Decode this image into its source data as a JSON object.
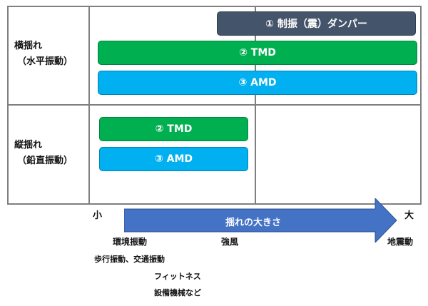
{
  "colors": {
    "grid": "#7f7f7f",
    "damper": "#44546a",
    "tmd": "#00b050",
    "amd": "#00b0f0",
    "arrow": "#4472c4",
    "text": "#111111"
  },
  "rows": {
    "horizontal": {
      "line1": "横揺れ",
      "line2": "（水平振動）"
    },
    "vertical": {
      "line1": "縦揺れ",
      "line2": "（鉛直振動）"
    }
  },
  "bars": {
    "h_damper": "① 制振（震）ダンパー",
    "h_tmd": "② TMD",
    "h_amd": "③ AMD",
    "v_tmd": "② TMD",
    "v_amd": "③ AMD"
  },
  "scale": {
    "small": "小",
    "large": "大",
    "arrow_label": "揺れの大きさ"
  },
  "categories": {
    "env_vibration": "環境振動",
    "strong_wind": "強風",
    "earthquake": "地震動"
  },
  "examples": {
    "walking": "歩行振動、交通振動",
    "fitness": "フィットネス",
    "equipment": "設備機械など"
  }
}
